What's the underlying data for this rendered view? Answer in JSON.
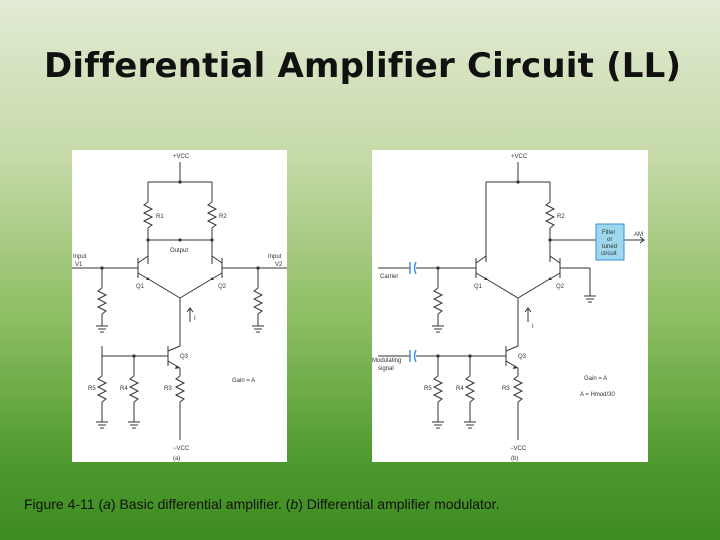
{
  "title": "Differential Amplifier Circuit (LL)",
  "caption": {
    "prefix": "Figure 4-11 (",
    "a_letter": "a",
    "mid_a": ") Basic differential amplifier. (",
    "b_letter": "b",
    "mid_b": ") Differential amplifier modulator."
  },
  "circuit_a": {
    "vcc": "+VCC",
    "vee": "−VCC",
    "r1": "R1",
    "r2": "R2",
    "r3": "R3",
    "r4": "R4",
    "r5": "R5",
    "output": "Output",
    "input1_line1": "Input",
    "input1_line2": "V1",
    "input2_line1": "Input",
    "input2_line2": "V2",
    "q1": "Q1",
    "q2": "Q2",
    "q3": "Q3",
    "current": "I",
    "gain": "Gain = A",
    "sublabel": "(a)"
  },
  "circuit_b": {
    "vcc": "+VCC",
    "vee": "−VCC",
    "r2": "R2",
    "r3": "R3",
    "r4": "R4",
    "r5": "R5",
    "filter_line1": "Filter",
    "filter_line2": "or",
    "filter_line3": "tuned",
    "filter_line4": "circuit",
    "am": "AM",
    "carrier": "Carrier",
    "modulating_line1": "Modulating",
    "modulating_line2": "signal",
    "q1": "Q1",
    "q2": "Q2",
    "q3": "Q3",
    "current": "I",
    "gain": "Gain = A",
    "gain_eq": "A = Hmod/30",
    "sublabel": "(b)"
  }
}
